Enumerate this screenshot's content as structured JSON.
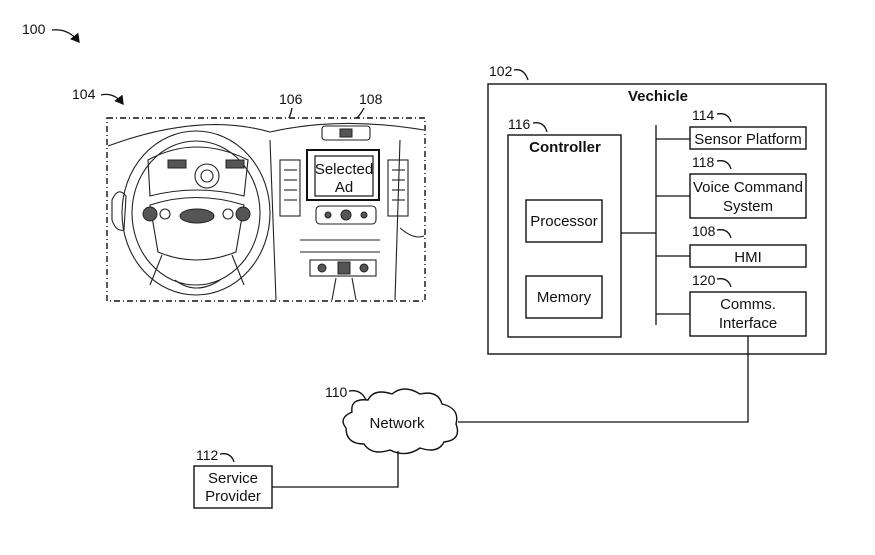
{
  "refs": {
    "fig": "100",
    "dashboard": "104",
    "screen": "106",
    "ad_ref": "108",
    "vehicle": "102",
    "controller": "116",
    "sensor": "114",
    "voice": "118",
    "hmi": "108",
    "comms": "120",
    "network": "110",
    "provider": "112"
  },
  "ad": {
    "line1": "Selected",
    "line2": "Ad"
  },
  "vehicle": {
    "title": "Vechicle"
  },
  "controller": {
    "title": "Controller",
    "processor": "Processor",
    "memory": "Memory"
  },
  "components": {
    "sensor": "Sensor Platform",
    "voice_line1": "Voice Command",
    "voice_line2": "System",
    "hmi": "HMI",
    "comms_line1": "Comms.",
    "comms_line2": "Interface"
  },
  "network": {
    "label": "Network"
  },
  "provider": {
    "line1": "Service",
    "line2": "Provider"
  }
}
